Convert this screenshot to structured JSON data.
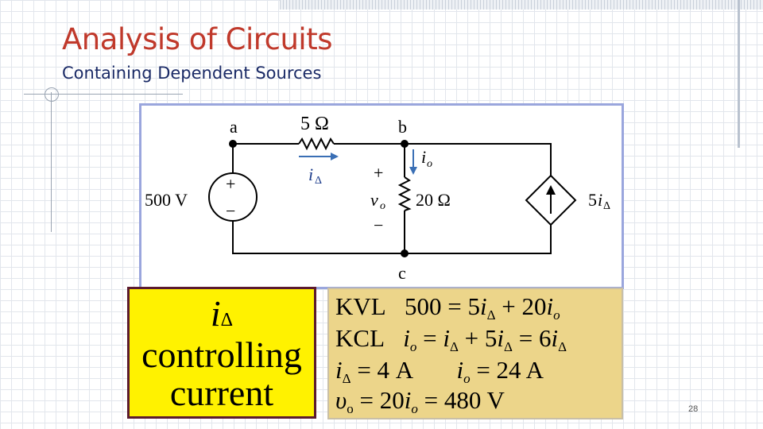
{
  "slide": {
    "title": "Analysis of Circuits",
    "subtitle": "Containing Dependent Sources",
    "page_number": "28"
  },
  "circuit": {
    "node_a": "a",
    "node_b": "b",
    "node_c": "c",
    "resistor_top": "5 Ω",
    "resistor_mid": "20 Ω",
    "source_voltage": "500 V",
    "source_plus": "+",
    "source_minus": "−",
    "current_i": "i",
    "current_i_sub": "Δ",
    "current_io": "i",
    "current_io_sub": "o",
    "vo_plus": "+",
    "vo_symbol": "v",
    "vo_sub": "o",
    "vo_minus": "−",
    "dep_source_coef": "5",
    "dep_source_var": "i",
    "dep_source_sub": "Δ"
  },
  "callout": {
    "symbol": "i",
    "symbol_sub": "Δ",
    "line1": "controlling",
    "line2": "current"
  },
  "equations": {
    "kvl_label": "KVL",
    "kvl_lhs": "500 = 5",
    "kvl_i": "i",
    "kvl_sub1": "Δ",
    "kvl_mid": " + 20",
    "kvl_io": "i",
    "kvl_sub2": "o",
    "kcl_label": "KCL",
    "kcl_io": "i",
    "kcl_sub1": "o",
    "kcl_eq1": " = ",
    "kcl_i": "i",
    "kcl_sub2": "Δ",
    "kcl_plus": " + 5",
    "kcl_i2": "i",
    "kcl_sub3": "Δ",
    "kcl_eq2": " = 6",
    "kcl_i3": "i",
    "kcl_sub4": "Δ",
    "r3_i": "i",
    "r3_sub1": "Δ",
    "r3_val1": " = 4  A",
    "r3_io": "i",
    "r3_sub2": "o",
    "r3_val2": " = 24  A",
    "r4_v": "υ",
    "r4_sub1": "o",
    "r4_mid": " = 20",
    "r4_i": "i",
    "r4_sub2": "o",
    "r4_val": " = 480  V"
  }
}
